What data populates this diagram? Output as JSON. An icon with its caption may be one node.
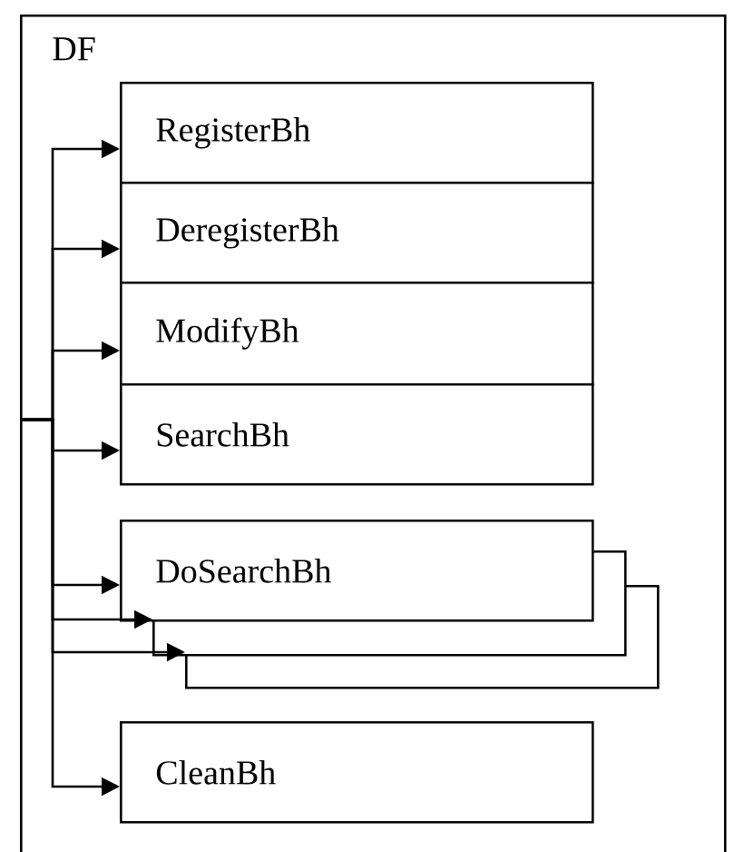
{
  "diagram": {
    "nodes": [
      {
        "text": [
          "DF"
        ]
      },
      {
        "text": [
          "RegisterBh"
        ],
        "in": 0
      },
      {
        "text": [
          "DeregisterBh"
        ],
        "in": 0
      },
      {
        "text": [
          "ModifyBh"
        ],
        "in": 0
      },
      {
        "text": [
          "SearchBh"
        ],
        "in": 0
      },
      {
        "text": [
          "DoSearchBh"
        ],
        "in": 0
      },
      {
        "text": [],
        "shape": "box",
        "in": 0
      },
      {
        "text": [],
        "shape": "box",
        "in": 0
      },
      {
        "text": [
          "CleanBh"
        ],
        "in": 0
      }
    ],
    "edges": [
      {
        "from": 0,
        "to": 1,
        "arrow": "to"
      },
      {
        "from": 0,
        "to": 2,
        "arrow": "to"
      },
      {
        "from": 0,
        "to": 3,
        "arrow": "to"
      },
      {
        "from": 0,
        "to": 4,
        "arrow": "to"
      },
      {
        "from": 0,
        "to": 5,
        "arrow": "to"
      },
      {
        "from": 0,
        "to": 6,
        "arrow": "to"
      },
      {
        "from": 0,
        "to": 7,
        "arrow": "to"
      },
      {
        "from": 0,
        "to": 8,
        "arrow": "to"
      }
    ]
  }
}
